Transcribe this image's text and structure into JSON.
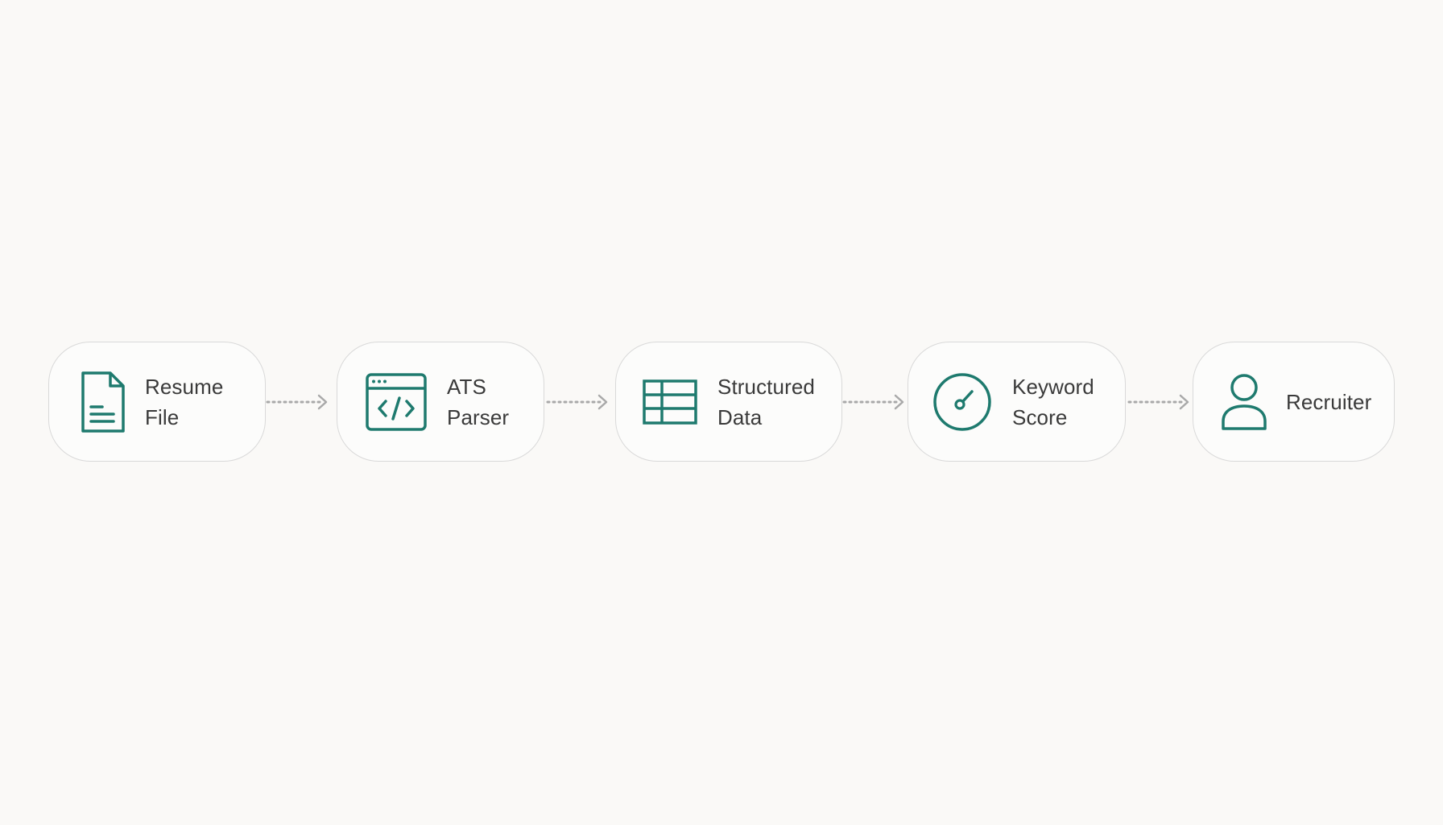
{
  "accent_color": "#1e7a6e",
  "connector_color": "#a9a9a9",
  "nodes": [
    {
      "icon": "document-icon",
      "line1": "Resume",
      "line2": "File"
    },
    {
      "icon": "code-window-icon",
      "line1": "ATS",
      "line2": "Parser"
    },
    {
      "icon": "table-grid-icon",
      "line1": "Structured",
      "line2": "Data"
    },
    {
      "icon": "gauge-icon",
      "line1": "Keyword",
      "line2": "Score"
    },
    {
      "icon": "user-icon",
      "line1": "Recruiter",
      "line2": ""
    }
  ]
}
